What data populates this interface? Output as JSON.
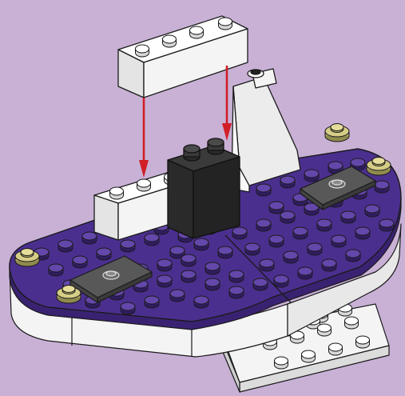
{
  "scene": {
    "background_color": "#c9b1d6",
    "colors": {
      "plate_purple": "#4b2f8f",
      "stud_purple": "#5f43a6",
      "plate_white": "#f4f4f4",
      "brick_black": "#262626",
      "tile_gray": "#585858",
      "stud_gold": "#cbc27a",
      "arrow_red": "#d11f26",
      "outline": "#1a1a1a"
    },
    "instruction": {
      "action": "attach",
      "new_part": "white 1x4 brick",
      "arrow_count": 2
    }
  }
}
